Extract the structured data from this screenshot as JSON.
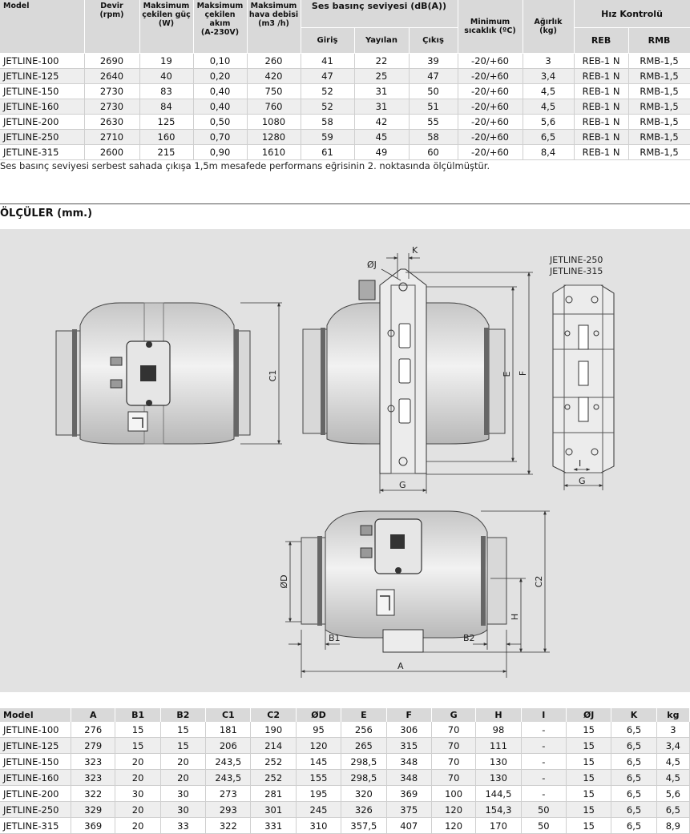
{
  "spec_table": {
    "headers": {
      "model": "Model",
      "rpm": "Devir\n(rpm)",
      "power": "Maksimum\nçekilen güç\n(W)",
      "current": "Maksimum\nçekilen akım\n(A-230V)",
      "airflow": "Maksimum\nhava debisi\n(m3 /h)",
      "sound": "Ses basınç seviyesi (dB(A))",
      "sound_in": "Giriş",
      "sound_rad": "Yayılan",
      "sound_out": "Çıkış",
      "temp": "Minimum\nsıcaklık (ºC)",
      "weight": "Ağırlık\n(kg)",
      "speed": "Hız Kontrolü",
      "reb": "REB",
      "rmb": "RMB"
    },
    "rows": [
      {
        "model": "JETLINE-100",
        "rpm": "2690",
        "power": "19",
        "current": "0,10",
        "airflow": "260",
        "in": "41",
        "rad": "22",
        "out": "39",
        "temp": "-20/+60",
        "weight": "3",
        "reb": "REB-1 N",
        "rmb": "RMB-1,5"
      },
      {
        "model": "JETLINE-125",
        "rpm": "2640",
        "power": "40",
        "current": "0,20",
        "airflow": "420",
        "in": "47",
        "rad": "25",
        "out": "47",
        "temp": "-20/+60",
        "weight": "3,4",
        "reb": "REB-1 N",
        "rmb": "RMB-1,5"
      },
      {
        "model": "JETLINE-150",
        "rpm": "2730",
        "power": "83",
        "current": "0,40",
        "airflow": "750",
        "in": "52",
        "rad": "31",
        "out": "50",
        "temp": "-20/+60",
        "weight": "4,5",
        "reb": "REB-1 N",
        "rmb": "RMB-1,5"
      },
      {
        "model": "JETLINE-160",
        "rpm": "2730",
        "power": "84",
        "current": "0,40",
        "airflow": "760",
        "in": "52",
        "rad": "31",
        "out": "51",
        "temp": "-20/+60",
        "weight": "4,5",
        "reb": "REB-1 N",
        "rmb": "RMB-1,5"
      },
      {
        "model": "JETLINE-200",
        "rpm": "2630",
        "power": "125",
        "current": "0,50",
        "airflow": "1080",
        "in": "58",
        "rad": "42",
        "out": "55",
        "temp": "-20/+60",
        "weight": "5,6",
        "reb": "REB-1 N",
        "rmb": "RMB-1,5"
      },
      {
        "model": "JETLINE-250",
        "rpm": "2710",
        "power": "160",
        "current": "0,70",
        "airflow": "1280",
        "in": "59",
        "rad": "45",
        "out": "58",
        "temp": "-20/+60",
        "weight": "6,5",
        "reb": "REB-1 N",
        "rmb": "RMB-1,5"
      },
      {
        "model": "JETLINE-315",
        "rpm": "2600",
        "power": "215",
        "current": "0,90",
        "airflow": "1610",
        "in": "61",
        "rad": "49",
        "out": "60",
        "temp": "-20/+60",
        "weight": "8,4",
        "reb": "REB-1 N",
        "rmb": "RMB-1,5"
      }
    ]
  },
  "footnote": "Ses basınç seviyesi serbest sahada çıkışa 1,5m mesafede performans eğrisinin 2. noktasında ölçülmüştür.",
  "section_title": "ÖLÇÜLER (mm.)",
  "drawing": {
    "label_c1": "C1",
    "label_oj": "ØJ",
    "label_k": "K",
    "label_e": "E",
    "label_f": "F",
    "label_g": "G",
    "label_i": "I",
    "label_jetline_250": "JETLINE-250",
    "label_jetline_315": "JETLINE-315",
    "label_od": "ØD",
    "label_c2": "C2",
    "label_h": "H",
    "label_b1": "B1",
    "label_b2": "B2",
    "label_a": "A"
  },
  "dim_table": {
    "headers": [
      "Model",
      "A",
      "B1",
      "B2",
      "C1",
      "C2",
      "ØD",
      "E",
      "F",
      "G",
      "H",
      "I",
      "ØJ",
      "K",
      "kg"
    ],
    "rows": [
      [
        "JETLINE-100",
        "276",
        "15",
        "15",
        "181",
        "190",
        "95",
        "256",
        "306",
        "70",
        "98",
        "-",
        "15",
        "6,5",
        "3"
      ],
      [
        "JETLINE-125",
        "279",
        "15",
        "15",
        "206",
        "214",
        "120",
        "265",
        "315",
        "70",
        "111",
        "-",
        "15",
        "6,5",
        "3,4"
      ],
      [
        "JETLINE-150",
        "323",
        "20",
        "20",
        "243,5",
        "252",
        "145",
        "298,5",
        "348",
        "70",
        "130",
        "-",
        "15",
        "6,5",
        "4,5"
      ],
      [
        "JETLINE-160",
        "323",
        "20",
        "20",
        "243,5",
        "252",
        "155",
        "298,5",
        "348",
        "70",
        "130",
        "-",
        "15",
        "6,5",
        "4,5"
      ],
      [
        "JETLINE-200",
        "322",
        "30",
        "30",
        "273",
        "281",
        "195",
        "320",
        "369",
        "100",
        "144,5",
        "-",
        "15",
        "6,5",
        "5,6"
      ],
      [
        "JETLINE-250",
        "329",
        "20",
        "30",
        "293",
        "301",
        "245",
        "326",
        "375",
        "120",
        "154,3",
        "50",
        "15",
        "6,5",
        "6,5"
      ],
      [
        "JETLINE-315",
        "369",
        "20",
        "33",
        "322",
        "331",
        "310",
        "357,5",
        "407",
        "120",
        "170",
        "50",
        "15",
        "6,5",
        "8,9"
      ]
    ]
  }
}
